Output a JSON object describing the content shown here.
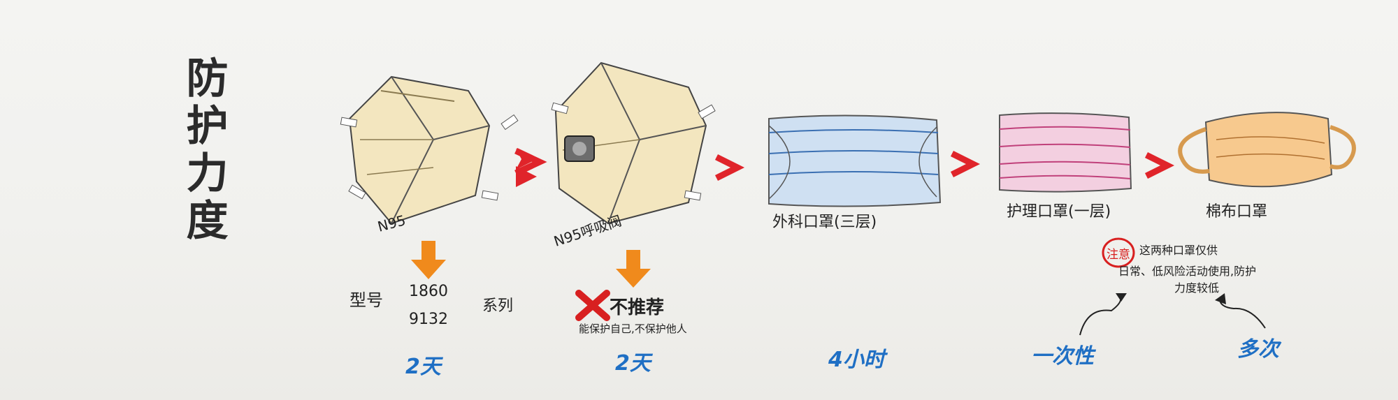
{
  "title": "防护力度",
  "masks": [
    {
      "name": "N95",
      "label": "N95",
      "duration": "2天"
    },
    {
      "name": "N95呼吸阀",
      "label": "N95呼吸阀",
      "duration": "2天"
    },
    {
      "name": "外科口罩",
      "label": "外科口罩(三层)",
      "duration": "4小时"
    },
    {
      "name": "护理口罩",
      "label": "护理口罩(一层)",
      "duration": "一次性"
    },
    {
      "name": "棉布口罩",
      "label": "棉布口罩",
      "duration": "多次"
    }
  ],
  "n95_models": {
    "prefix": "型号",
    "model_1": "1860",
    "model_2": "9132",
    "suffix": "系列"
  },
  "valve_note": {
    "headline": "不推荐",
    "detail": "能保护自己,不保护他人"
  },
  "notice": {
    "badge": "注意",
    "line_1": "这两种口罩仅供",
    "line_2": "日常、低风险活动使用,防护",
    "line_3": "力度较低"
  },
  "colors": {
    "arrow_red": "#e0242a",
    "arrow_orange": "#f08a1c",
    "duration_blue": "#1f6fc4",
    "n95_fill": "#f3e6bf",
    "surgical_fill": "#cfe0f2",
    "nursing_fill": "#f3cfe0",
    "cotton_fill": "#f7c98e"
  },
  "icons": [
    "arrow-right-icon",
    "arrow-down-icon",
    "cross-icon",
    "curved-arrow-icon",
    "circle-icon"
  ]
}
